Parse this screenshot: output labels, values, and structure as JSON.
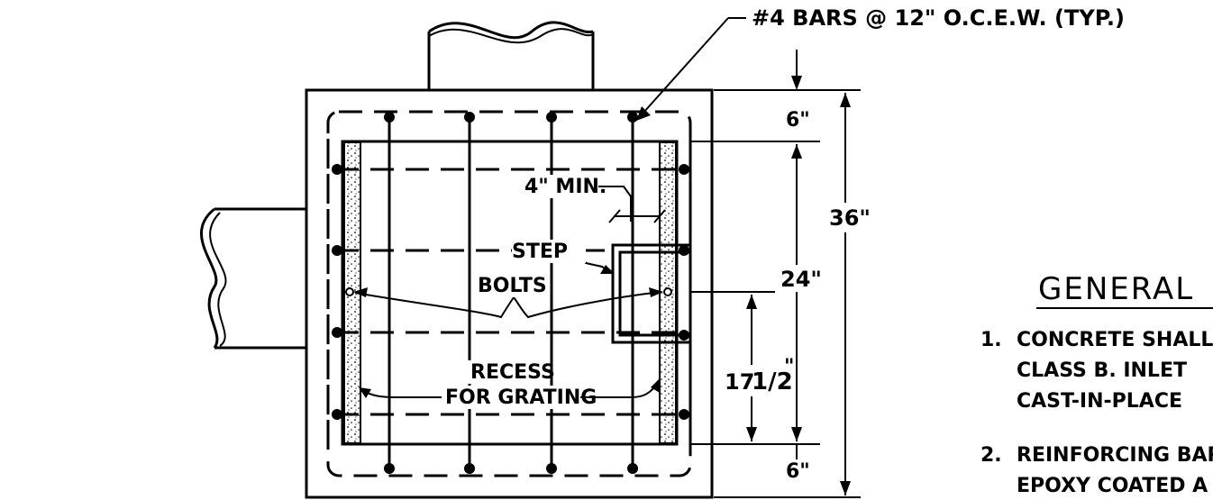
{
  "callouts": {
    "bars": "#4 BARS @ 12\" O.C.E.W. (TYP.)",
    "min": "4\" MIN.",
    "step": "STEP",
    "bolts": "BOLTS",
    "recess_1": "RECESS",
    "recess_2": "FOR GRATING"
  },
  "dimensions": {
    "top": "6\"",
    "overall": "36\"",
    "middle": "24\"",
    "bottom": "6\"",
    "offset_whole": "17",
    "offset_frac": "1/2",
    "offset_unit": "\""
  },
  "notes": {
    "heading": "GENERAL",
    "note1_num": "1.",
    "note1_line1": "CONCRETE SHALL",
    "note1_line2": "CLASS B. INLET",
    "note1_line3": "CAST-IN-PLACE",
    "note2_num": "2.",
    "note2_line1": "REINFORCING BAR",
    "note2_line2": "EPOXY COATED A"
  }
}
